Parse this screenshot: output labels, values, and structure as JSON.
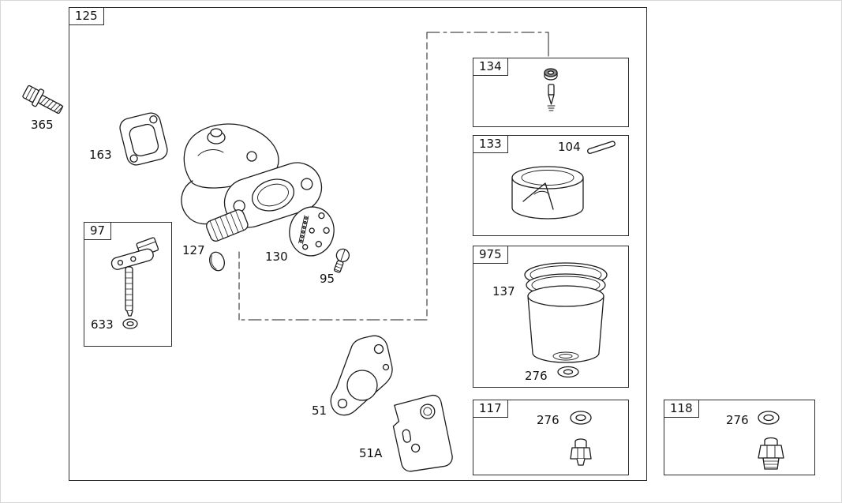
{
  "figure": {
    "kind": "exploded-parts-diagram",
    "callouts": {
      "main_box": "125",
      "bolt": "365",
      "mounting_gasket": "163",
      "valve_group_box": "97",
      "seal": "633",
      "welch_plug": "127",
      "plate": "130",
      "screw": "95",
      "needle_group_box": "134",
      "float_group_box": "133",
      "float_pin": "104",
      "bowl_group_box": "975",
      "float_bowl": "137",
      "bowl_washer": "276",
      "nut_group_box": "117",
      "nut_washer": "276",
      "alt_group_box": "118",
      "alt_washer": "276",
      "lower_gasket": "51",
      "spacer_plate": "51A"
    }
  }
}
